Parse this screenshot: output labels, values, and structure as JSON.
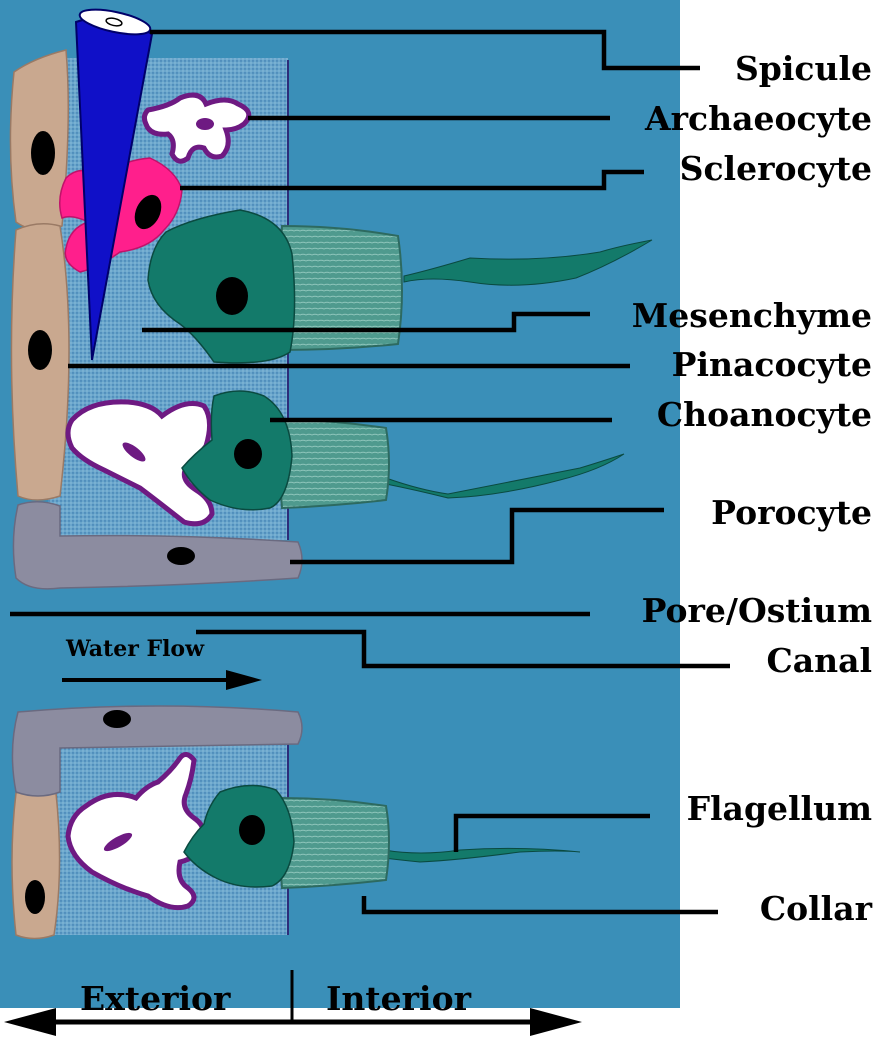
{
  "diagram": {
    "labels": {
      "spicule": "Spicule",
      "archaeocyte": "Archaeocyte",
      "sclerocyte": "Sclerocyte",
      "mesenchyme": "Mesenchyme",
      "pinacocyte": "Pinacocyte",
      "choanocyte": "Choanocyte",
      "porocyte": "Porocyte",
      "pore_ostium": "Pore/Ostium",
      "canal": "Canal",
      "flagellum": "Flagellum",
      "collar": "Collar"
    },
    "water_flow": "Water Flow",
    "regions": {
      "exterior": "Exterior",
      "interior": "Interior"
    },
    "colors": {
      "water": "#3a8fb8",
      "mesohyl": "#6aa6cc",
      "pinacocyte": "#c9a88f",
      "porocyte": "#8c8ca0",
      "choanocyte": "#137a6a",
      "collar": "#4f9a8e",
      "archaeocyte_fill": "#ffffff",
      "archaeocyte_outline": "#6e1a82",
      "sclerocyte": "#ff1f8c",
      "spicule": "#1010c8",
      "nucleus": "#000000"
    }
  }
}
